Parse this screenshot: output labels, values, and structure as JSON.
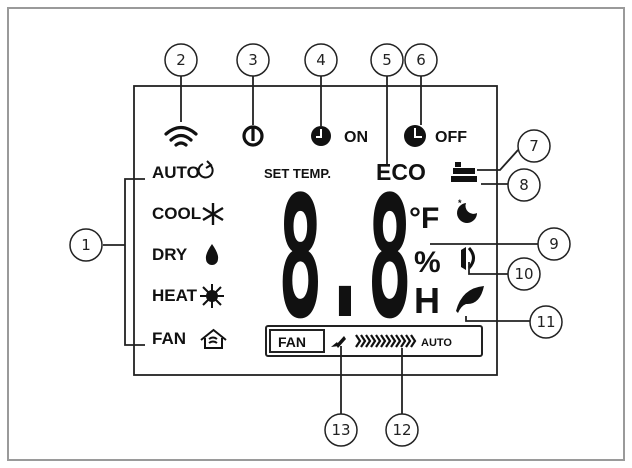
{
  "modes": {
    "auto": "AUTO",
    "cool": "COOL",
    "dry": "DRY",
    "heat": "HEAT",
    "fan": "FAN"
  },
  "indicators": {
    "on": "ON",
    "off": "OFF",
    "set_temp": "SET TEMP.",
    "eco": "ECO"
  },
  "display": {
    "digits": "8.8",
    "unit_f": "°F",
    "unit_percent": "%",
    "unit_h": "H"
  },
  "fan_bar": {
    "fan": "FAN",
    "auto": "AUTO"
  },
  "callouts": [
    "1",
    "2",
    "3",
    "4",
    "5",
    "6",
    "7",
    "8",
    "9",
    "10",
    "11",
    "12",
    "13"
  ],
  "colors": {
    "ink": "#111111",
    "frame": "#9a9a9a",
    "line": "#222222"
  },
  "icons": [
    "wifi-icon",
    "power-icon",
    "clock-on-icon",
    "clock-off-icon",
    "auto-cycle-icon",
    "snowflake-icon",
    "water-drop-icon",
    "sun-icon",
    "house-fan-icon",
    "filter-icon",
    "sleep-moon-icon",
    "swing-icon",
    "leaf-icon",
    "fan-blade-icon"
  ]
}
